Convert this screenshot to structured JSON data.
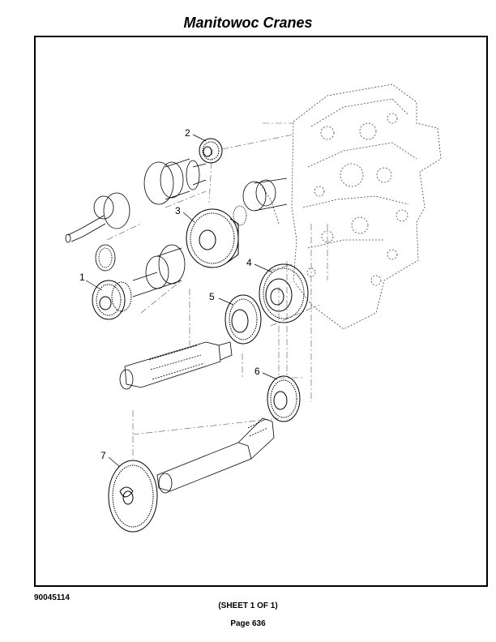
{
  "header": {
    "title": "Manitowoc Cranes"
  },
  "callouts": [
    "1",
    "2",
    "3",
    "4",
    "5",
    "6",
    "7"
  ],
  "footer": {
    "doc_number": "90045114",
    "sheet": "(SHEET 1 OF 1)",
    "page": "Page 636"
  }
}
